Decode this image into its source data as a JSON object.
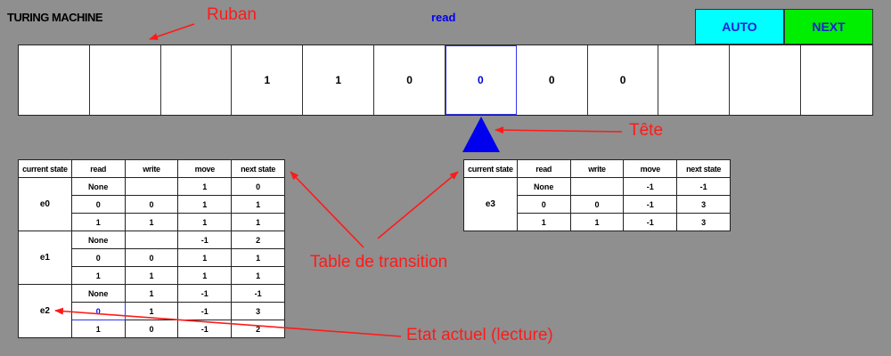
{
  "app": {
    "title": "TURING MACHINE",
    "status": "read"
  },
  "controls": {
    "auto_label": "AUTO",
    "next_label": "NEXT"
  },
  "colors": {
    "background": "#8f8f8f",
    "auto": "#00ffff",
    "next": "#00ee00",
    "accent": "#0000ee",
    "annotation": "#ff1a1a",
    "head": "#0000ee"
  },
  "tape": {
    "cells": [
      "",
      "",
      "",
      "1",
      "1",
      "0",
      "0",
      "0",
      "0",
      "",
      "",
      ""
    ],
    "head_index": 6
  },
  "transition_headers": [
    "current state",
    "read",
    "write",
    "move",
    "next state"
  ],
  "active_state": "e2",
  "active_row": 1,
  "tables": {
    "left": [
      {
        "state": "e0",
        "rows": [
          [
            "None",
            "",
            "1",
            "0"
          ],
          [
            "0",
            "0",
            "1",
            "1"
          ],
          [
            "1",
            "1",
            "1",
            "1"
          ]
        ]
      },
      {
        "state": "e1",
        "rows": [
          [
            "None",
            "",
            "-1",
            "2"
          ],
          [
            "0",
            "0",
            "1",
            "1"
          ],
          [
            "1",
            "1",
            "1",
            "1"
          ]
        ]
      },
      {
        "state": "e2",
        "rows": [
          [
            "None",
            "1",
            "-1",
            "-1"
          ],
          [
            "0",
            "1",
            "-1",
            "3"
          ],
          [
            "1",
            "0",
            "-1",
            "2"
          ]
        ]
      }
    ],
    "right": [
      {
        "state": "e3",
        "rows": [
          [
            "None",
            "",
            "-1",
            "-1"
          ],
          [
            "0",
            "0",
            "-1",
            "3"
          ],
          [
            "1",
            "1",
            "-1",
            "3"
          ]
        ]
      }
    ]
  },
  "annotations": {
    "ruban": "Ruban",
    "tete": "Tête",
    "table": "Table de transition",
    "etat": "Etat actuel (lecture)"
  }
}
